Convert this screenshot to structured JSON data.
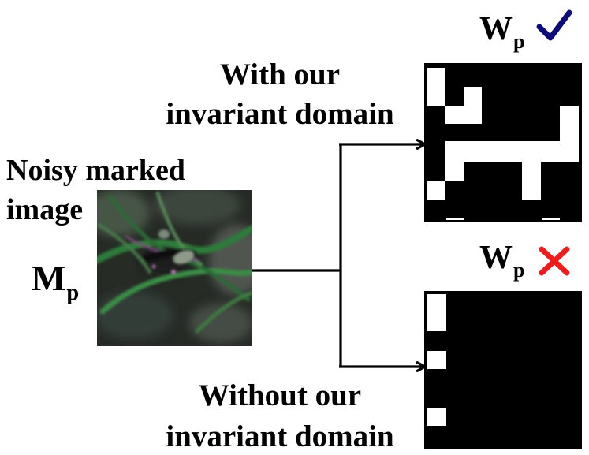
{
  "input": {
    "caption_line1": "Noisy marked",
    "caption_line2": "image",
    "symbol_main": "M",
    "symbol_sub": "p"
  },
  "branch_top": {
    "label_line1": "With our",
    "label_line2": "invariant domain",
    "symbol_main": "W",
    "symbol_sub": "p",
    "status_icon": "check-icon",
    "status_color": "#0b0b7a"
  },
  "branch_bottom": {
    "label_line1": "Without our",
    "label_line2": "invariant domain",
    "symbol_main": "W",
    "symbol_sub": "p",
    "status_icon": "cross-icon",
    "status_color": "#ee1c1c"
  },
  "colors": {
    "line": "#000000",
    "pixel_on": "#ffffff",
    "pixel_off": "#000000"
  }
}
